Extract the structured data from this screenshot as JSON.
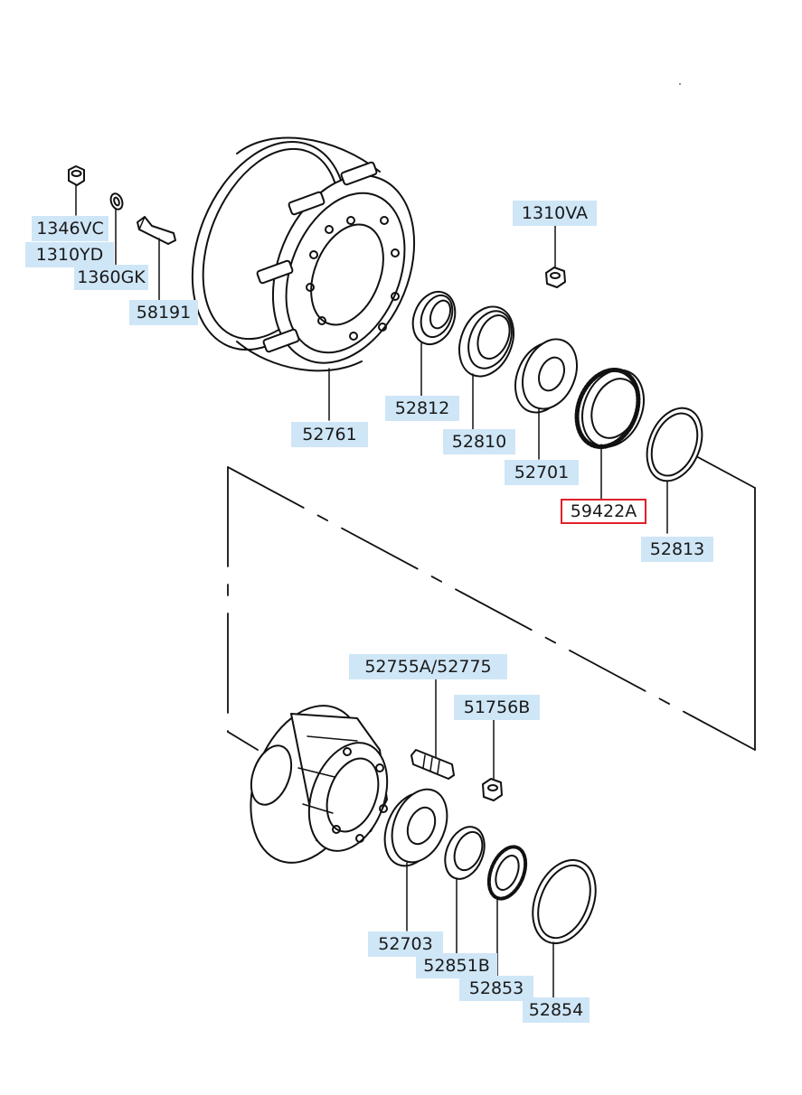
{
  "diagram": {
    "selected_part": "59422A",
    "parts": {
      "p1346VC": "1346VC",
      "p1310YD": "1310YD",
      "p1360GK": "1360GK",
      "p58191": "58191",
      "p52761": "52761",
      "p52812": "52812",
      "p52810": "52810",
      "p52701": "52701",
      "p59422A": "59422A",
      "p52813": "52813",
      "p1310VA": "1310VA",
      "p52755A": "52755A/52775",
      "p51756B": "51756B",
      "p52703": "52703",
      "p52851B": "52851B",
      "p52853": "52853",
      "p52854": "52854"
    },
    "colors": {
      "label_bg": "#cfe6f7",
      "selected_border": "#e0202a",
      "line": "#111111"
    }
  }
}
